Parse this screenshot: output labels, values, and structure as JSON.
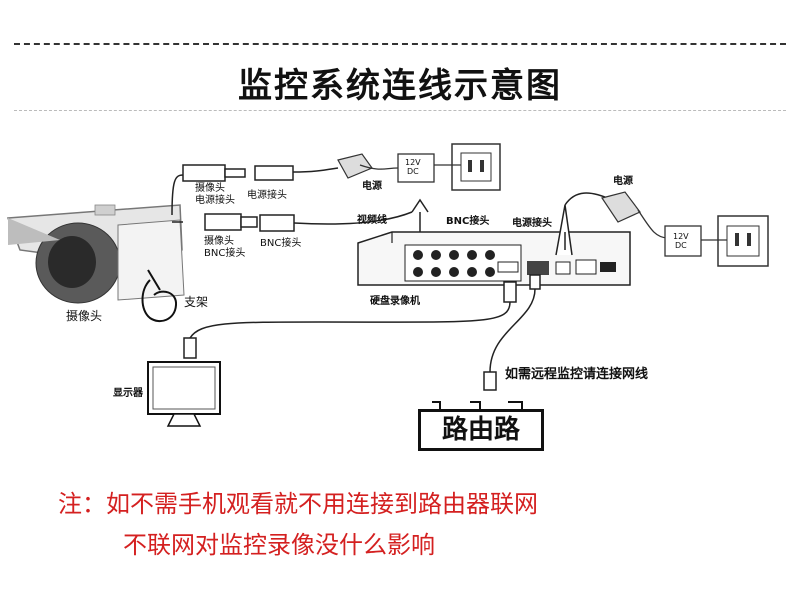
{
  "title": "监控系统连线示意图",
  "labels": {
    "camera_power_connector": "摄像头\n电源接头",
    "power_connector_1": "电源接头",
    "power_1": "电源",
    "adapter_1_rating": "12V\nDC",
    "camera_bnc_connector": "摄像头\nBNC接头",
    "bnc_connector_1": "BNC接头",
    "video_cable": "视频线",
    "bnc_connector_2": "BNC接头",
    "power_connector_2": "电源接头",
    "power_2": "电源",
    "adapter_2_rating": "12V\nDC",
    "camera": "摄像头",
    "bracket": "支架",
    "dvr": "硬盘录像机",
    "monitor": "显示器",
    "remote_note": "如需远程监控请连接网线",
    "router": "路由路"
  },
  "notes": {
    "line1": "注：如不需手机观看就不用连接到路由器联网",
    "line2": "不联网对监控录像没什么影响"
  },
  "colors": {
    "note_red": "#d42020",
    "line": "#222222"
  },
  "icons": [
    "camera-icon",
    "power-adapter-icon",
    "wall-socket-icon",
    "dvr-icon",
    "monitor-icon",
    "router-icon",
    "bracket-icon"
  ]
}
